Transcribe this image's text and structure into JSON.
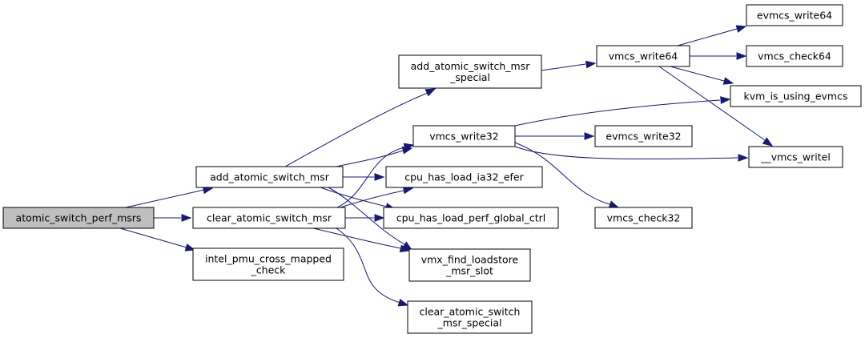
{
  "graph": {
    "nodes": [
      {
        "id": "atomic_switch_perf_msrs",
        "lines": [
          "atomic_switch_perf_msrs"
        ],
        "root": true
      },
      {
        "id": "add_atomic_switch_msr",
        "lines": [
          "add_atomic_switch_msr"
        ]
      },
      {
        "id": "clear_atomic_switch_msr",
        "lines": [
          "clear_atomic_switch_msr"
        ]
      },
      {
        "id": "intel_pmu_cross_mapped_check",
        "lines": [
          "intel_pmu_cross_mapped",
          "_check"
        ]
      },
      {
        "id": "add_atomic_switch_msr_special",
        "lines": [
          "add_atomic_switch_msr",
          "_special"
        ]
      },
      {
        "id": "vmcs_write32",
        "lines": [
          "vmcs_write32"
        ]
      },
      {
        "id": "cpu_has_load_ia32_efer",
        "lines": [
          "cpu_has_load_ia32_efer"
        ]
      },
      {
        "id": "cpu_has_load_perf_global_ctrl",
        "lines": [
          "cpu_has_load_perf_global_ctrl"
        ]
      },
      {
        "id": "vmx_find_loadstore_msr_slot",
        "lines": [
          "vmx_find_loadstore",
          "_msr_slot"
        ]
      },
      {
        "id": "clear_atomic_switch_msr_special",
        "lines": [
          "clear_atomic_switch",
          "_msr_special"
        ]
      },
      {
        "id": "vmcs_write64",
        "lines": [
          "vmcs_write64"
        ]
      },
      {
        "id": "evmcs_write32",
        "lines": [
          "evmcs_write32"
        ]
      },
      {
        "id": "vmcs_check32",
        "lines": [
          "vmcs_check32"
        ]
      },
      {
        "id": "evmcs_write64",
        "lines": [
          "evmcs_write64"
        ]
      },
      {
        "id": "vmcs_check64",
        "lines": [
          "vmcs_check64"
        ]
      },
      {
        "id": "kvm_is_using_evmcs",
        "lines": [
          "kvm_is_using_evmcs"
        ]
      },
      {
        "id": "__vmcs_writel",
        "lines": [
          "__vmcs_writel"
        ]
      }
    ],
    "edges": [
      {
        "from": "atomic_switch_perf_msrs",
        "to": "add_atomic_switch_msr"
      },
      {
        "from": "atomic_switch_perf_msrs",
        "to": "clear_atomic_switch_msr"
      },
      {
        "from": "atomic_switch_perf_msrs",
        "to": "intel_pmu_cross_mapped_check"
      },
      {
        "from": "add_atomic_switch_msr",
        "to": "add_atomic_switch_msr_special"
      },
      {
        "from": "add_atomic_switch_msr",
        "to": "vmcs_write32"
      },
      {
        "from": "add_atomic_switch_msr",
        "to": "cpu_has_load_ia32_efer"
      },
      {
        "from": "add_atomic_switch_msr",
        "to": "cpu_has_load_perf_global_ctrl"
      },
      {
        "from": "add_atomic_switch_msr",
        "to": "vmx_find_loadstore_msr_slot"
      },
      {
        "from": "clear_atomic_switch_msr",
        "to": "vmcs_write32"
      },
      {
        "from": "clear_atomic_switch_msr",
        "to": "cpu_has_load_ia32_efer"
      },
      {
        "from": "clear_atomic_switch_msr",
        "to": "cpu_has_load_perf_global_ctrl"
      },
      {
        "from": "clear_atomic_switch_msr",
        "to": "vmx_find_loadstore_msr_slot"
      },
      {
        "from": "clear_atomic_switch_msr",
        "to": "clear_atomic_switch_msr_special"
      },
      {
        "from": "add_atomic_switch_msr_special",
        "to": "vmcs_write64"
      },
      {
        "from": "vmcs_write32",
        "to": "evmcs_write32"
      },
      {
        "from": "vmcs_write32",
        "to": "kvm_is_using_evmcs"
      },
      {
        "from": "vmcs_write32",
        "to": "__vmcs_writel"
      },
      {
        "from": "vmcs_write32",
        "to": "vmcs_check32"
      },
      {
        "from": "vmcs_write64",
        "to": "evmcs_write64"
      },
      {
        "from": "vmcs_write64",
        "to": "vmcs_check64"
      },
      {
        "from": "vmcs_write64",
        "to": "kvm_is_using_evmcs"
      },
      {
        "from": "vmcs_write64",
        "to": "__vmcs_writel"
      }
    ],
    "colors": {
      "edge": "#191970",
      "root_fill": "#bfbfbf",
      "node_fill": "#ffffff",
      "node_border": "#000000"
    }
  }
}
